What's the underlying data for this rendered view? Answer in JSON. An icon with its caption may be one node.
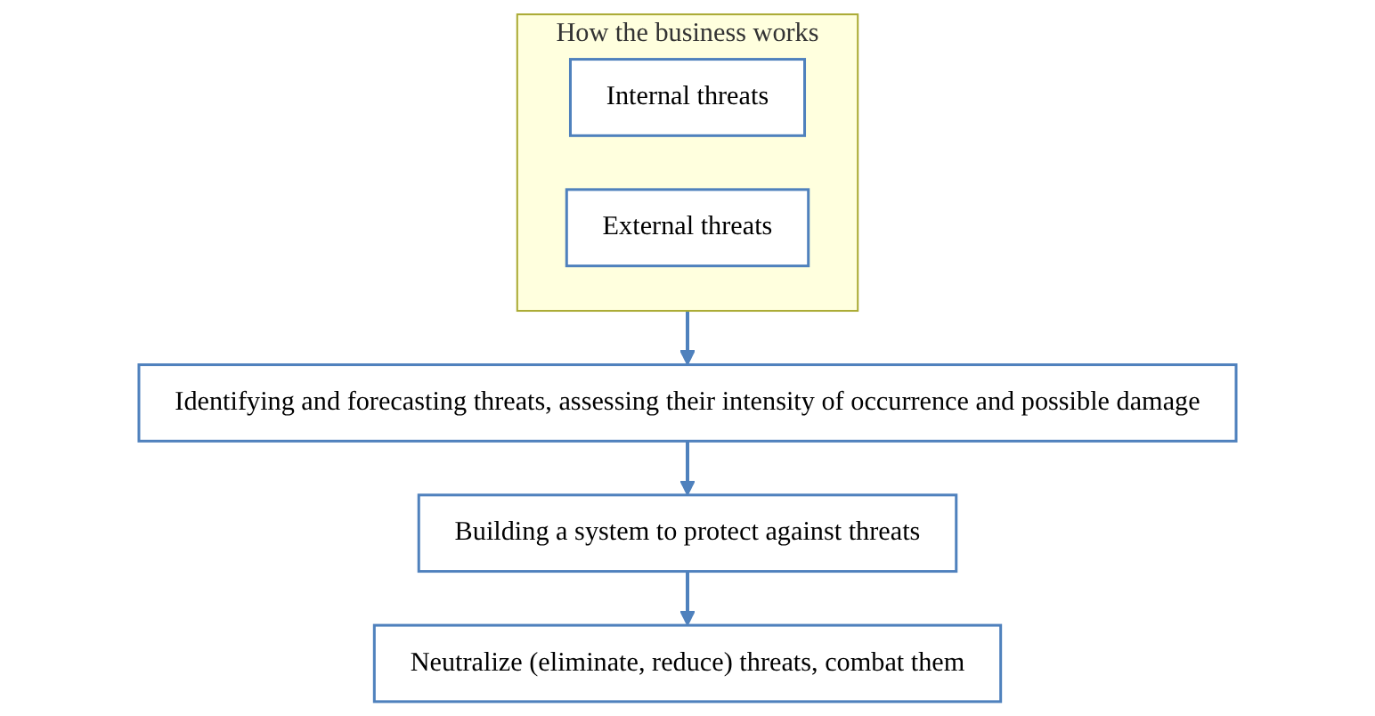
{
  "diagram": {
    "nodes": [
      {
        "text": [
          "How the business works"
        ]
      },
      {
        "text": [
          "Internal threats"
        ],
        "in": 0
      },
      {
        "text": [
          "External threats"
        ],
        "in": 0
      },
      {
        "text": [
          "Identifying and forecasting threats, assessing their intensity of occurrence and possible damage"
        ]
      },
      {
        "text": [
          "Building a system to protect against threats"
        ]
      },
      {
        "text": [
          "Neutralize (eliminate, reduce) threats, combat them"
        ]
      }
    ],
    "edges": [
      {
        "from": 0,
        "to": 3,
        "arrow": "to"
      },
      {
        "from": 3,
        "to": 4,
        "arrow": "to"
      },
      {
        "from": 4,
        "to": 5,
        "arrow": "to"
      }
    ]
  }
}
